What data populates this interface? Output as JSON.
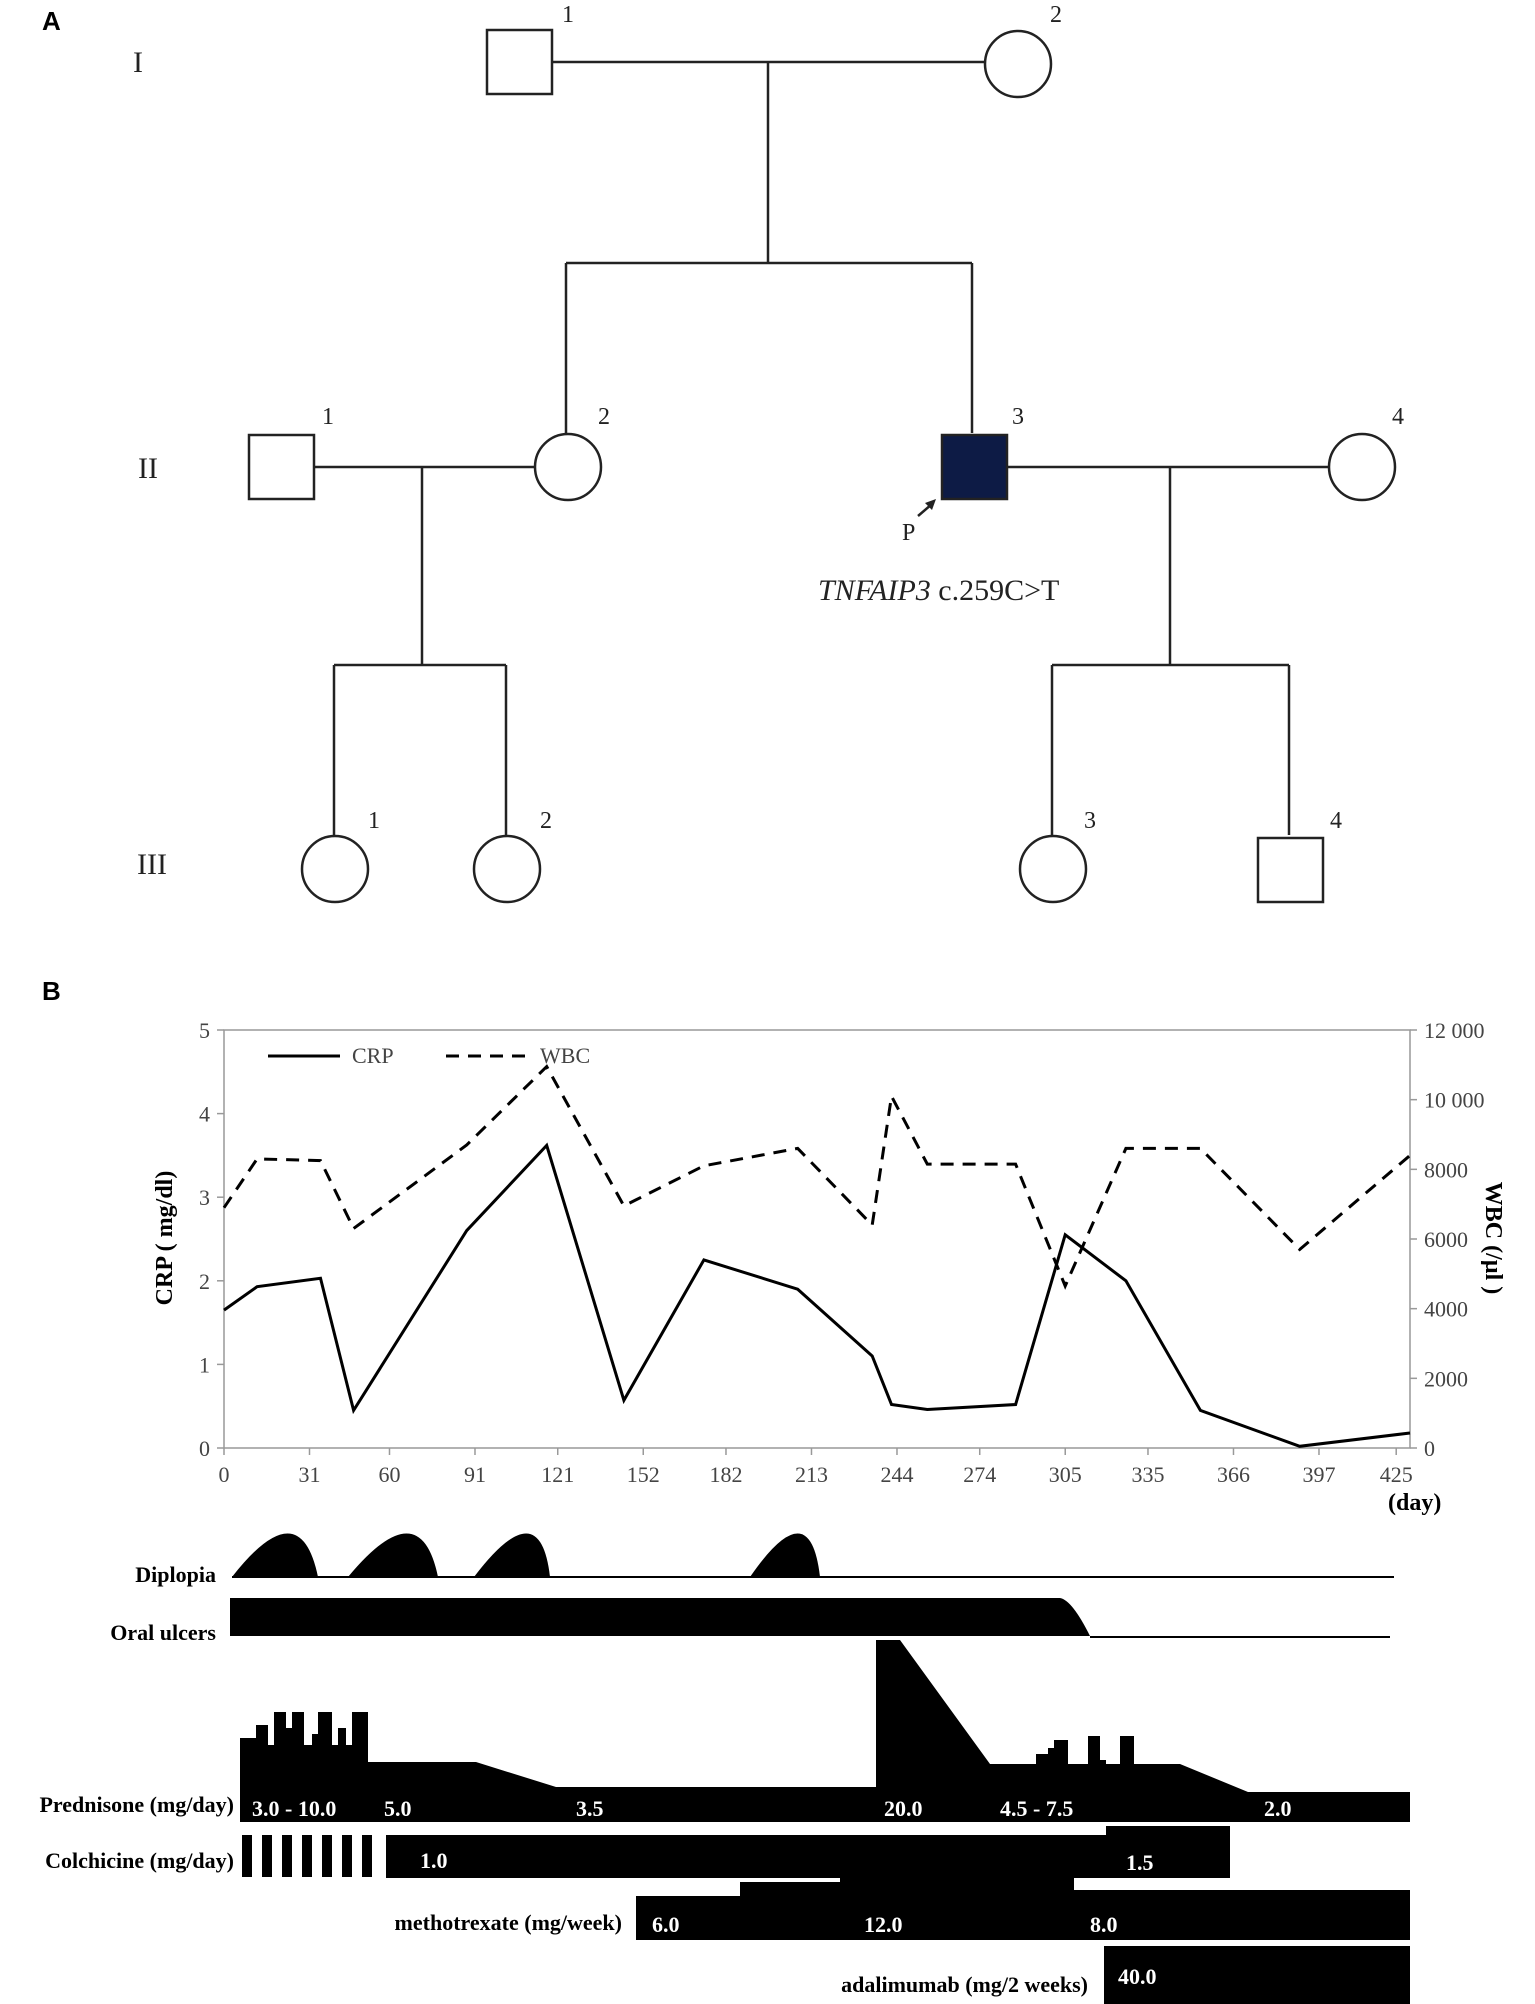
{
  "panel_a": {
    "letter": "A",
    "generations": [
      "I",
      "II",
      "III"
    ],
    "individuals": {
      "I1": "1",
      "I2": "2",
      "II1": "1",
      "II2": "2",
      "II3": "3",
      "II4": "4",
      "III1": "1",
      "III2": "2",
      "III3": "3",
      "III4": "4"
    },
    "proband_label": "P",
    "variant_gene": "TNFAIP3",
    "variant_change": " c.259C>T",
    "colors": {
      "affected_fill": "#0d1b45",
      "line": "#222222"
    }
  },
  "panel_b": {
    "letter": "B",
    "legend": {
      "crp": "CRP",
      "wbc": "WBC"
    },
    "ylabel_left": "CRP ( mg/dl)",
    "ylabel_right": "WBC (/µl )",
    "xunit": "(day)",
    "left_ticks": [
      "0",
      "1",
      "2",
      "3",
      "4",
      "5"
    ],
    "right_ticks": [
      "0",
      "2000",
      "4000",
      "6000",
      "8000",
      "10 000",
      "12 000"
    ],
    "x_ticks": [
      "0",
      "31",
      "60",
      "91",
      "121",
      "152",
      "182",
      "213",
      "244",
      "274",
      "305",
      "335",
      "366",
      "397",
      "425"
    ],
    "rows": {
      "diplopia": "Diplopia",
      "oral_ulcers": "Oral ulcers",
      "prednisone": "Prednisone (mg/day)",
      "colchicine": "Colchicine (mg/day)",
      "methotrexate": "methotrexate (mg/week)",
      "adalimumab": "adalimumab (mg/2 weeks)"
    },
    "doses": {
      "prednisone": [
        "3.0 - 10.0",
        "5.0",
        "3.5",
        "20.0",
        "4.5 - 7.5",
        "2.0"
      ],
      "colchicine": [
        "1.0",
        "1.5"
      ],
      "methotrexate": [
        "6.0",
        "12.0",
        "8.0"
      ],
      "adalimumab": [
        "40.0"
      ]
    }
  },
  "chart_data": {
    "type": "line",
    "xlabel": "(day)",
    "ylabel": "CRP ( mg/dl)",
    "ylabel_right": "WBC (/µl )",
    "xlim": [
      0,
      430
    ],
    "ylim": [
      0,
      5
    ],
    "ylim_right": [
      0,
      12000
    ],
    "legend": "top-left",
    "grid": false,
    "series": [
      {
        "name": "CRP",
        "axis": "left",
        "style": "solid",
        "x": [
          0,
          12,
          35,
          47,
          88,
          117,
          145,
          174,
          208,
          235,
          242,
          255,
          287,
          305,
          327,
          354,
          390,
          430
        ],
        "y": [
          1.65,
          1.93,
          2.03,
          0.45,
          2.6,
          3.62,
          0.57,
          2.25,
          1.9,
          1.1,
          0.52,
          0.46,
          0.52,
          2.55,
          2.0,
          0.45,
          0.02,
          0.18
        ]
      },
      {
        "name": "WBC",
        "axis": "right",
        "style": "dashed",
        "x": [
          0,
          12,
          35,
          47,
          88,
          117,
          145,
          174,
          208,
          235,
          242,
          255,
          287,
          305,
          327,
          354,
          390,
          430
        ],
        "y": [
          6900,
          8300,
          8250,
          6300,
          8700,
          10950,
          6950,
          8100,
          8600,
          6400,
          10100,
          8150,
          8150,
          4650,
          8600,
          8600,
          5700,
          8400
        ]
      }
    ]
  }
}
